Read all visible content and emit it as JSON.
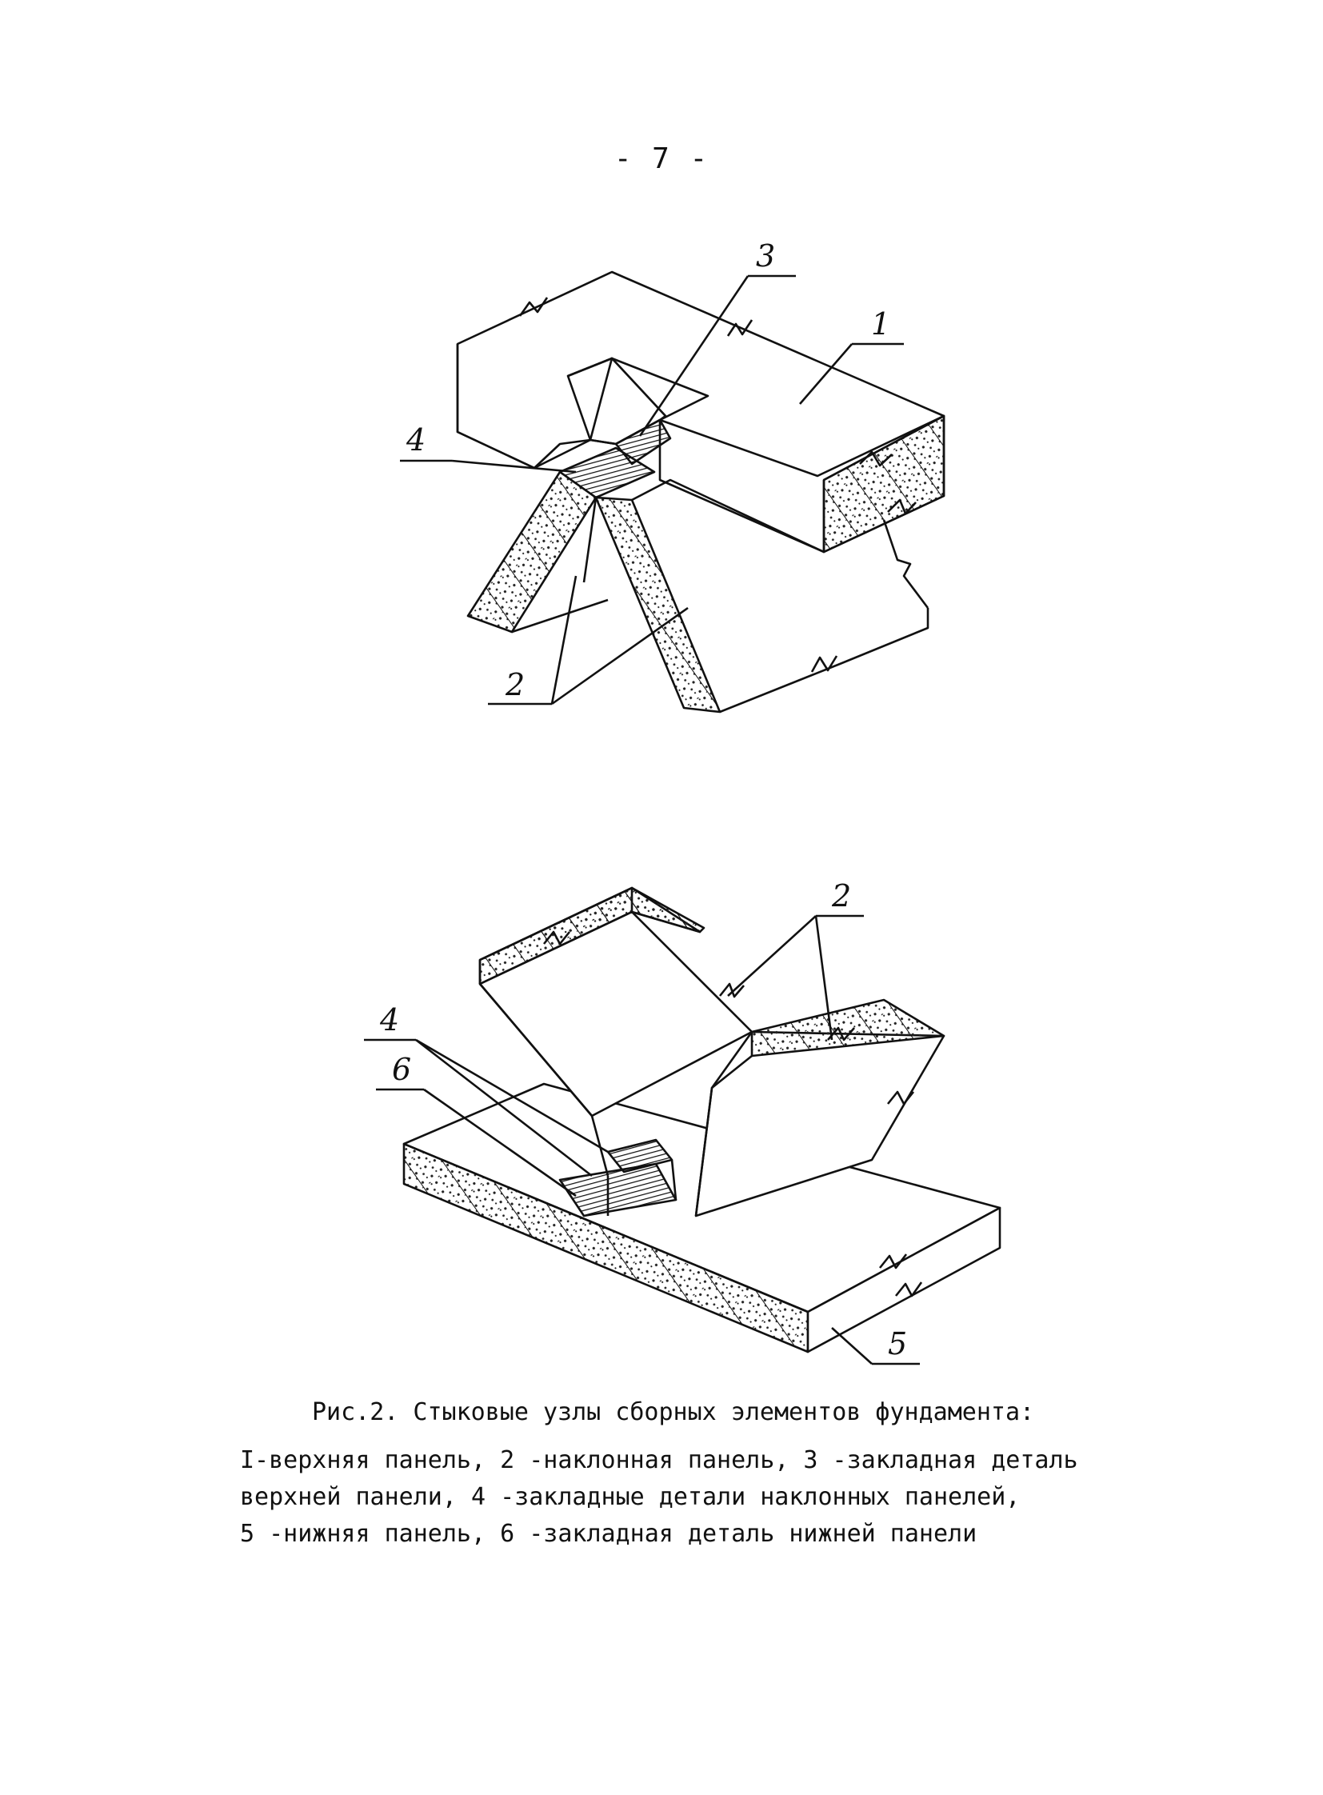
{
  "page_number": "- 7 -",
  "figure_top": {
    "labels": {
      "l1": "1",
      "l2": "2",
      "l3": "3",
      "l4": "4"
    }
  },
  "figure_bottom": {
    "labels": {
      "l2": "2",
      "l4": "4",
      "l5": "5",
      "l6": "6"
    }
  },
  "caption": {
    "title": "Рис.2. Стыковые узлы сборных элементов фундамента:",
    "lines": [
      "I-верхняя панель, 2 -наклонная панель, 3 -закладная деталь",
      "верхней панели, 4 -закладные детали наклонных панелей,",
      "5 -нижняя панель, 6 -закладная деталь нижней панели"
    ]
  }
}
